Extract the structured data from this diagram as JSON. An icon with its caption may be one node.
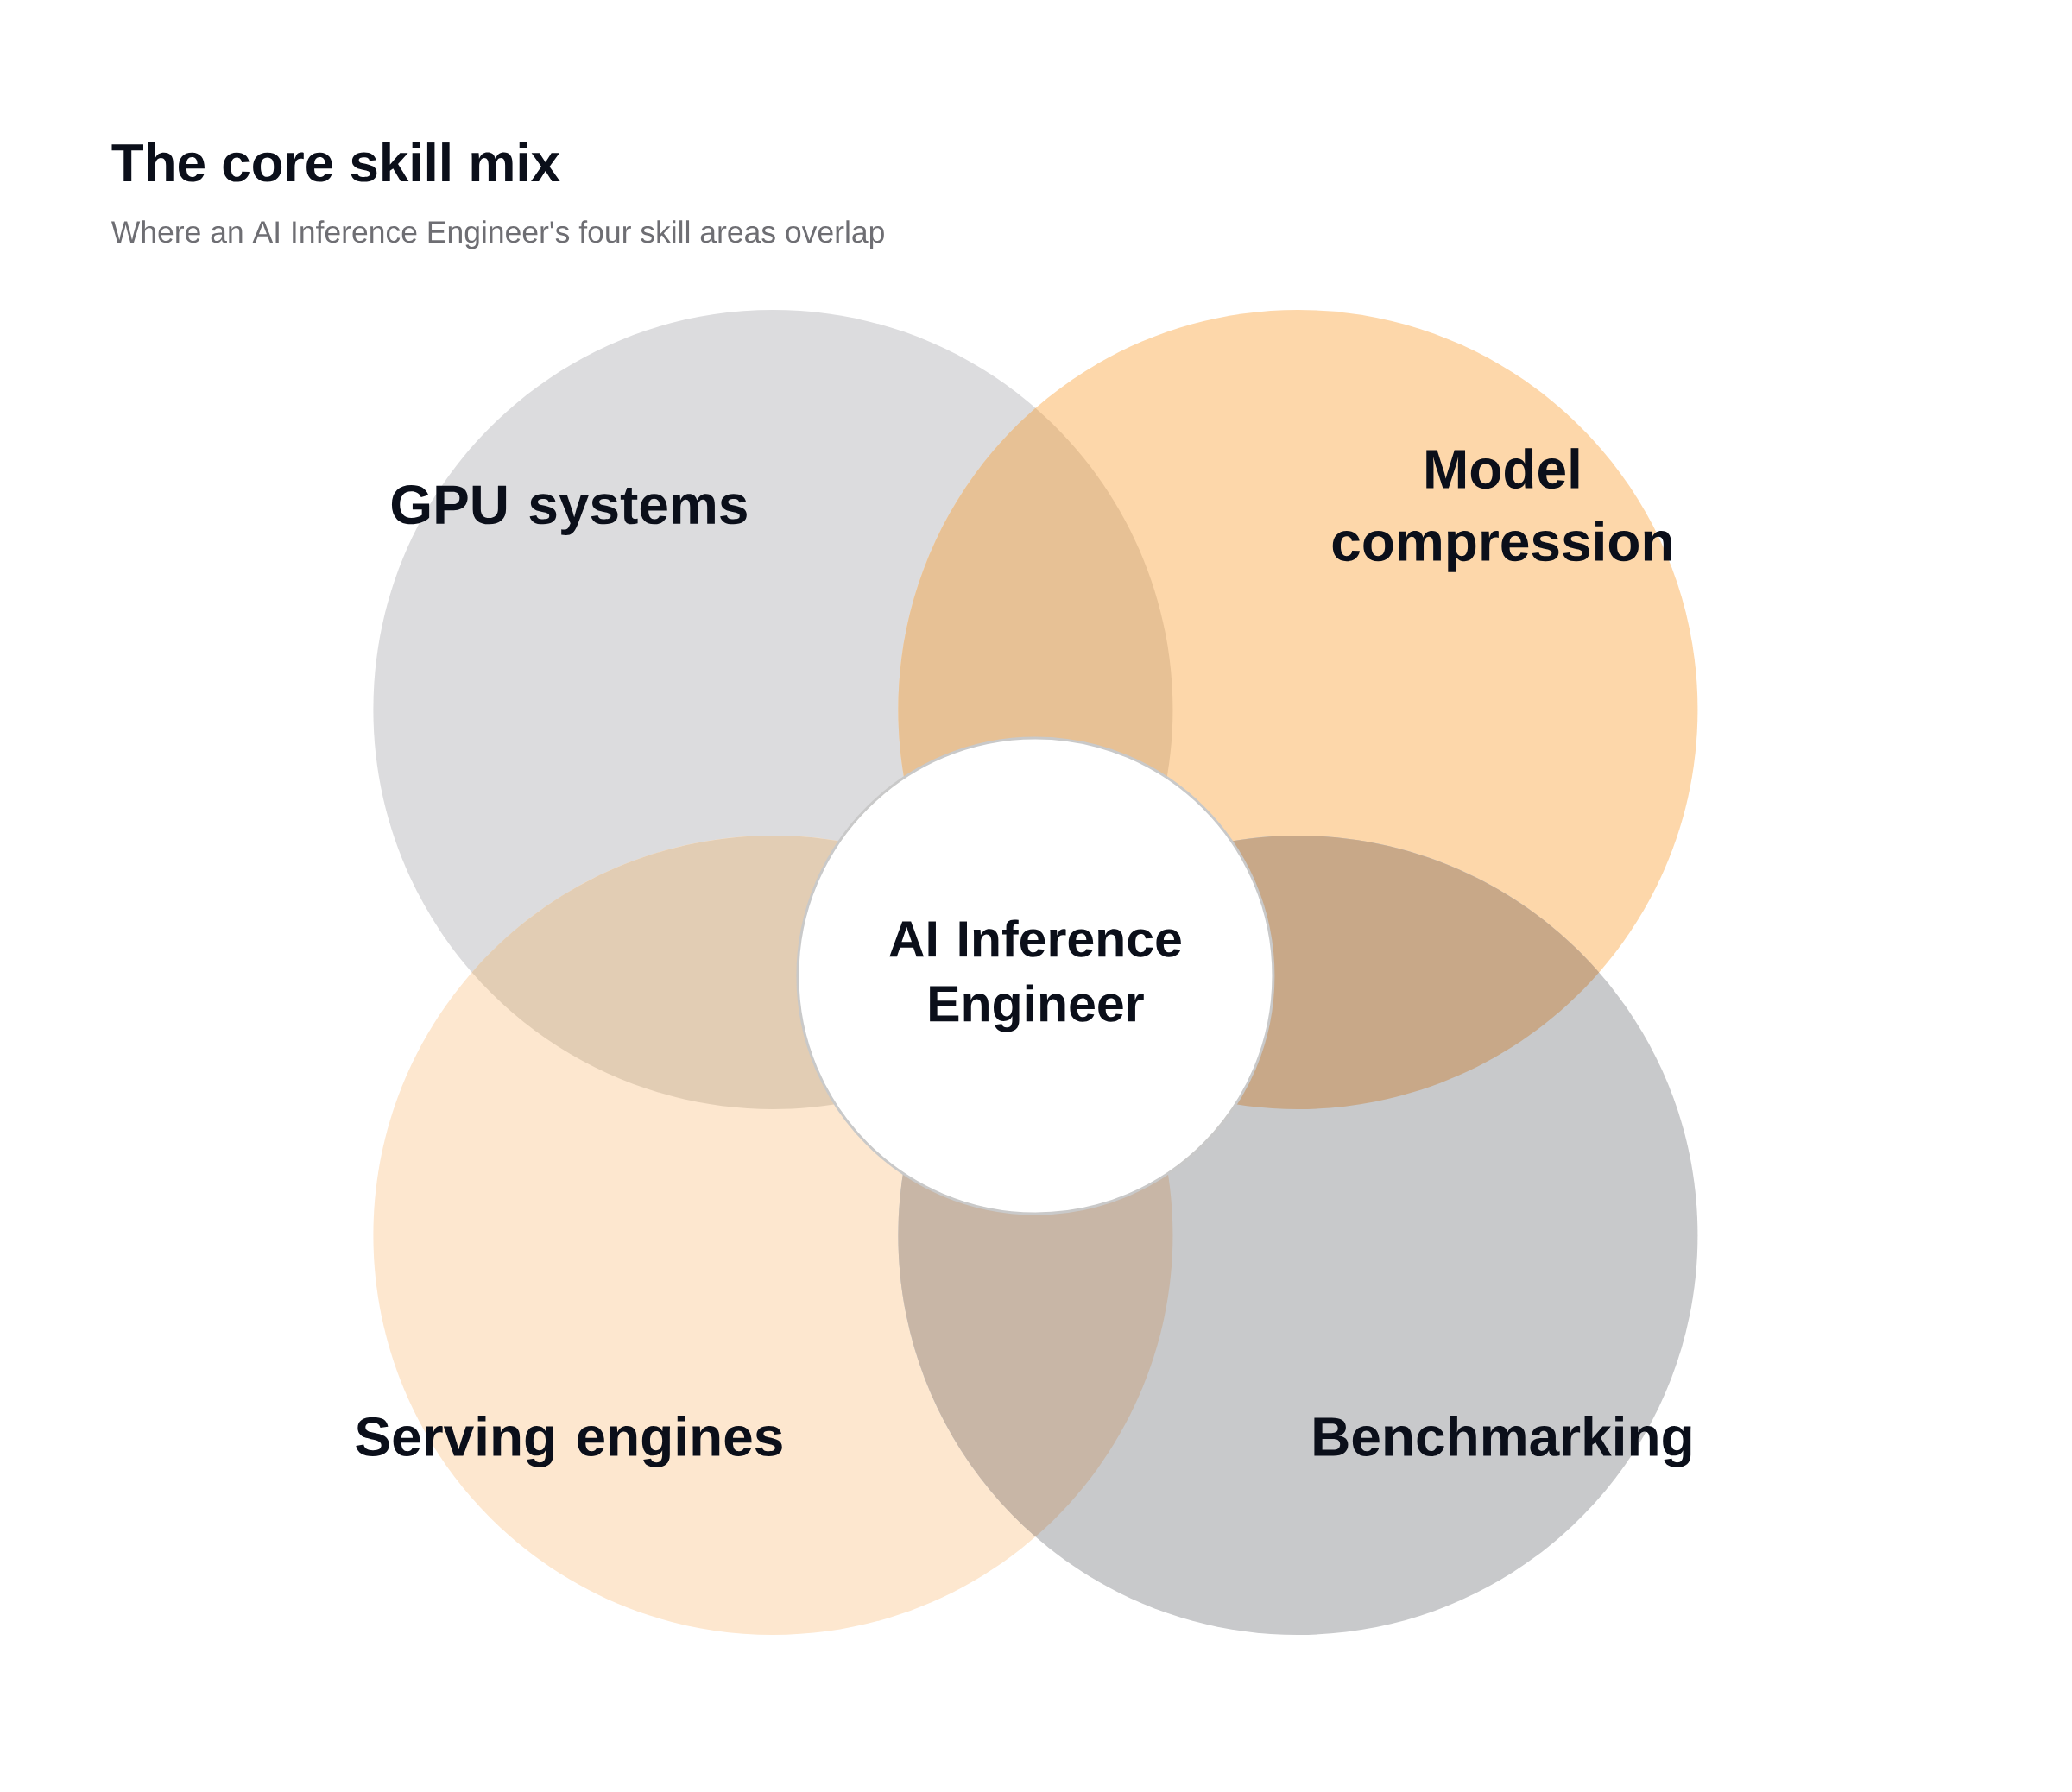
{
  "diagram": {
    "title": "The core skill mix",
    "nodes": [
      {
        "text": [
          "GPU systems"
        ]
      },
      {
        "text": [
          "Model compression"
        ]
      },
      {
        "text": [
          "Serving engines"
        ]
      },
      {
        "text": [
          "Benchmarking"
        ]
      },
      {
        "text": [
          "AI Inference Engineer"
        ]
      }
    ],
    "labels": [
      "Where an AI Inference Engineer's four skill areas overlap"
    ]
  }
}
